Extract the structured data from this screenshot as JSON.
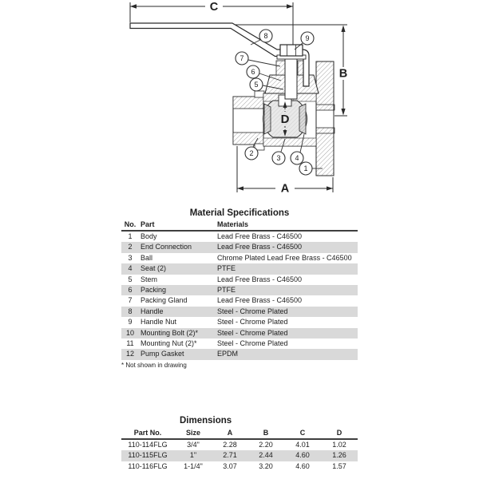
{
  "diagram": {
    "dims": {
      "A": "A",
      "B": "B",
      "C": "C",
      "D": "D"
    },
    "callouts": {
      "c1": "1",
      "c2": "2",
      "c3": "3",
      "c4": "4",
      "c5": "5",
      "c6": "6",
      "c7": "7",
      "c8": "8",
      "c9": "9"
    }
  },
  "material_specs": {
    "title": "Material Specifications",
    "columns": [
      "No.",
      "Part",
      "Materials"
    ],
    "rows": [
      [
        "1",
        "Body",
        "Lead Free Brass - C46500"
      ],
      [
        "2",
        "End Connection",
        "Lead Free Brass - C46500"
      ],
      [
        "3",
        "Ball",
        "Chrome Plated Lead Free Brass - C46500"
      ],
      [
        "4",
        "Seat (2)",
        "PTFE"
      ],
      [
        "5",
        "Stem",
        "Lead Free Brass - C46500"
      ],
      [
        "6",
        "Packing",
        "PTFE"
      ],
      [
        "7",
        "Packing Gland",
        "Lead Free Brass - C46500"
      ],
      [
        "8",
        "Handle",
        "Steel - Chrome Plated"
      ],
      [
        "9",
        "Handle Nut",
        "Steel - Chrome Plated"
      ],
      [
        "10",
        "Mounting Bolt (2)*",
        "Steel - Chrome Plated"
      ],
      [
        "11",
        "Mounting Nut (2)*",
        "Steel - Chrome Plated"
      ],
      [
        "12",
        "Pump Gasket",
        "EPDM"
      ]
    ],
    "footnote": "* Not shown in drawing"
  },
  "dimensions": {
    "title": "Dimensions",
    "columns": [
      "Part No.",
      "Size",
      "A",
      "B",
      "C",
      "D"
    ],
    "rows": [
      [
        "110-114FLG",
        "3/4\"",
        "2.28",
        "2.20",
        "4.01",
        "1.02"
      ],
      [
        "110-115FLG",
        "1\"",
        "2.71",
        "2.44",
        "4.60",
        "1.26"
      ],
      [
        "110-116FLG",
        "1-1/4\"",
        "3.07",
        "3.20",
        "4.60",
        "1.57"
      ]
    ]
  },
  "colors": {
    "row_stripe": "#d9d9d9",
    "header_rule": "#3f3f3f",
    "line_work": "#2a2a2a"
  }
}
